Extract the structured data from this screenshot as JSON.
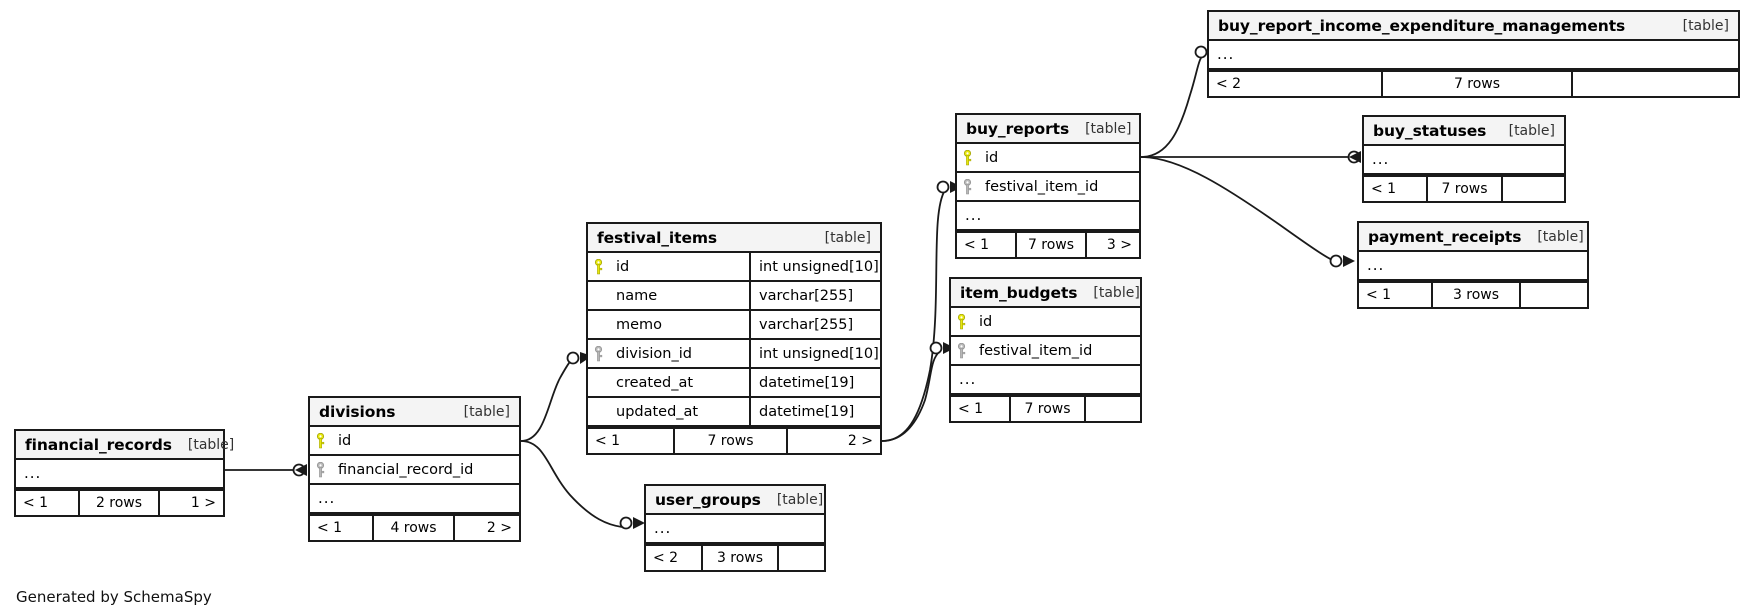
{
  "diagram": {
    "generator_credit": "Generated by SchemaSpy",
    "table_tag": "[table]",
    "ellipsis": "...",
    "colors": {
      "primary_key": "#e8e80d",
      "foreign_key": "#b3b3b3",
      "border": "#1a1a1a",
      "header_bg": "#f4f4f4",
      "page_bg": "#ffffff"
    }
  },
  "tables": [
    {
      "id": "buy_report_income_expenditure_managements",
      "name": "buy_report_income_expenditure_managements",
      "tag": "[table]",
      "columns": [],
      "has_ellipsis_row": true,
      "footer": {
        "left": "< 2",
        "middle": "7 rows",
        "right": ""
      }
    },
    {
      "id": "buy_statuses",
      "name": "buy_statuses",
      "tag": "[table]",
      "columns": [],
      "has_ellipsis_row": true,
      "footer": {
        "left": "< 1",
        "middle": "7 rows",
        "right": ""
      }
    },
    {
      "id": "payment_receipts",
      "name": "payment_receipts",
      "tag": "[table]",
      "columns": [],
      "has_ellipsis_row": true,
      "footer": {
        "left": "< 1",
        "middle": "3 rows",
        "right": ""
      }
    },
    {
      "id": "buy_reports",
      "name": "buy_reports",
      "tag": "[table]",
      "columns": [
        {
          "name": "id",
          "type": "",
          "key": "primary"
        },
        {
          "name": "festival_item_id",
          "type": "",
          "key": "foreign"
        }
      ],
      "has_ellipsis_row": true,
      "footer": {
        "left": "< 1",
        "middle": "7 rows",
        "right": "3 >"
      }
    },
    {
      "id": "item_budgets",
      "name": "item_budgets",
      "tag": "[table]",
      "columns": [
        {
          "name": "id",
          "type": "",
          "key": "primary"
        },
        {
          "name": "festival_item_id",
          "type": "",
          "key": "foreign"
        }
      ],
      "has_ellipsis_row": true,
      "footer": {
        "left": "< 1",
        "middle": "7 rows",
        "right": ""
      }
    },
    {
      "id": "festival_items",
      "name": "festival_items",
      "tag": "[table]",
      "columns": [
        {
          "name": "id",
          "type": "int unsigned[10]",
          "key": "primary"
        },
        {
          "name": "name",
          "type": "varchar[255]",
          "key": "none"
        },
        {
          "name": "memo",
          "type": "varchar[255]",
          "key": "none"
        },
        {
          "name": "division_id",
          "type": "int unsigned[10]",
          "key": "foreign"
        },
        {
          "name": "created_at",
          "type": "datetime[19]",
          "key": "none"
        },
        {
          "name": "updated_at",
          "type": "datetime[19]",
          "key": "none"
        }
      ],
      "has_ellipsis_row": false,
      "footer": {
        "left": "< 1",
        "middle": "7 rows",
        "right": "2 >"
      }
    },
    {
      "id": "divisions",
      "name": "divisions",
      "tag": "[table]",
      "columns": [
        {
          "name": "id",
          "type": "",
          "key": "primary"
        },
        {
          "name": "financial_record_id",
          "type": "",
          "key": "foreign"
        }
      ],
      "has_ellipsis_row": true,
      "footer": {
        "left": "< 1",
        "middle": "4 rows",
        "right": "2 >"
      }
    },
    {
      "id": "financial_records",
      "name": "financial_records",
      "tag": "[table]",
      "columns": [],
      "has_ellipsis_row": true,
      "footer": {
        "left": "< 1",
        "middle": "2 rows",
        "right": "1 >"
      }
    },
    {
      "id": "user_groups",
      "name": "user_groups",
      "tag": "[table]",
      "columns": [],
      "has_ellipsis_row": true,
      "footer": {
        "left": "< 2",
        "middle": "3 rows",
        "right": ""
      }
    }
  ],
  "relationships": [
    {
      "from": "financial_records",
      "to": "divisions"
    },
    {
      "from": "divisions",
      "to": "festival_items"
    },
    {
      "from": "divisions",
      "to": "user_groups"
    },
    {
      "from": "festival_items",
      "to": "buy_reports"
    },
    {
      "from": "festival_items",
      "to": "item_budgets"
    },
    {
      "from": "buy_reports",
      "to": "buy_report_income_expenditure_managements"
    },
    {
      "from": "buy_reports",
      "to": "buy_statuses"
    },
    {
      "from": "buy_reports",
      "to": "payment_receipts"
    }
  ]
}
